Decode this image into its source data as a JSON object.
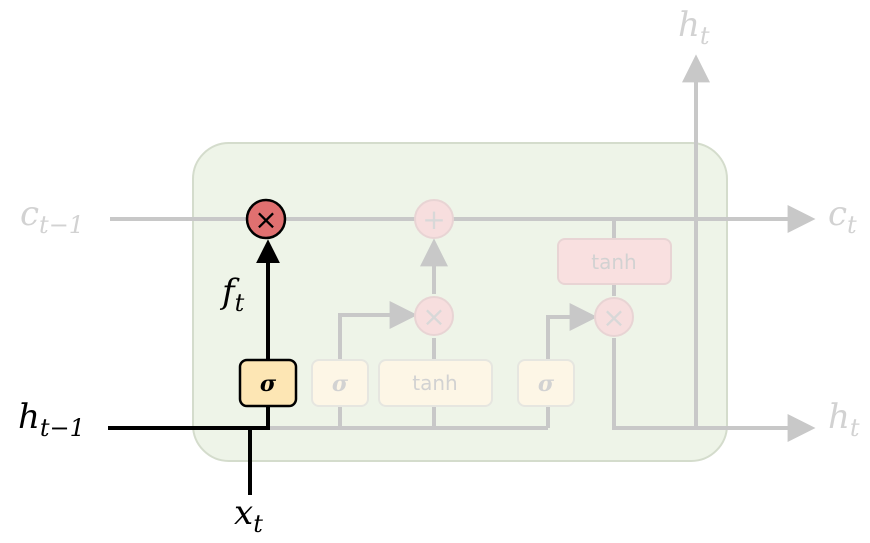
{
  "labels": {
    "h_top": "h",
    "h_top_sub": "t",
    "c_prev": "c",
    "c_prev_sub": "t−1",
    "c_out": "c",
    "c_out_sub": "t",
    "f_t": "f",
    "f_t_sub": "t",
    "h_prev": "h",
    "h_prev_sub": "t−1",
    "h_out": "h",
    "h_out_sub": "t",
    "x_t": "x",
    "x_t_sub": "t"
  },
  "gates": {
    "forget_sigma": "σ",
    "input_sigma": "σ",
    "candidate_tanh": "tanh",
    "output_sigma": "σ",
    "cell_tanh": "tanh"
  },
  "operators": {
    "forget_multiply": "×",
    "input_multiply": "×",
    "cell_add": "+",
    "output_multiply": "×"
  },
  "colors": {
    "cell_fill": "#eef4e8",
    "cell_stroke": "#d4dccc",
    "faded_line": "#c8c8c8",
    "highlight_line": "#000000",
    "sigma_highlight_fill": "#fde6b4",
    "sigma_faded_fill": "#fdf6e6",
    "tanh_faded_fill": "#f9e0e0",
    "op_highlight_fill": "#e07070",
    "op_faded_fill": "#f7dede",
    "faded_text": "#d2d2d2"
  }
}
